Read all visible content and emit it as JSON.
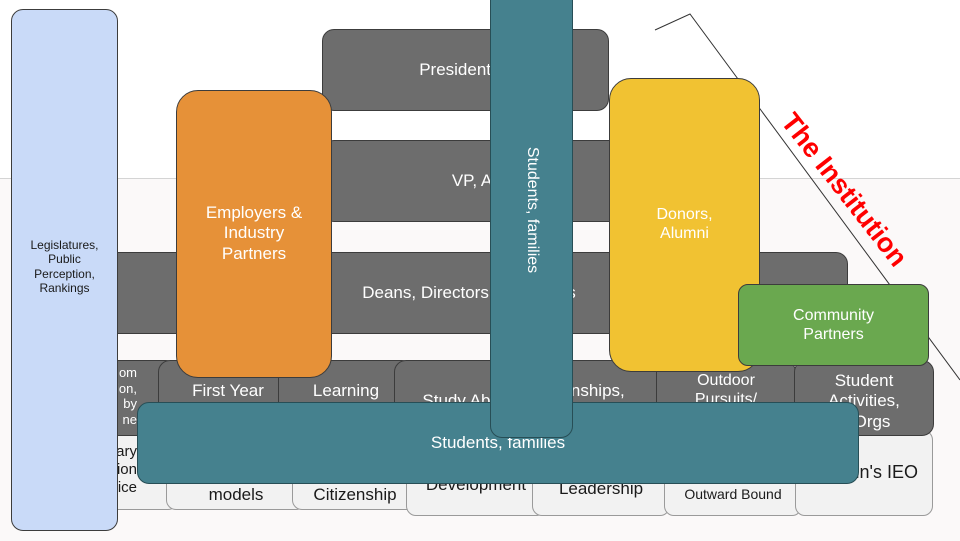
{
  "institution_label": "The Institution",
  "left_column": "Legislatures,\nPublic\nPerception,\nRankings",
  "hierarchy": {
    "president": "President, P",
    "vp": "VP, AVP, V",
    "deans": "Deans, Directors, C          ns"
  },
  "programs_upper": {
    "classroom": "om\nion,\nby\nne",
    "first_year": "First Year",
    "learning": "Learning",
    "study_abroad": "Study Abro",
    "internships": "rnships,",
    "outdoor": "Outdoor\nPursuits/",
    "student_activities": "Student\nActivities,\n& Orgs"
  },
  "programs_lower": {
    "primary": "nary\nion\nice",
    "models": "models",
    "citizenship": "Citizenship",
    "development": "Development",
    "leadership": "Leadership",
    "outward_bound": "Outward Bound",
    "ieo": "tin's IEO"
  },
  "stakeholders": {
    "employers": "Employers &\nIndustry\nPartners",
    "students_vertical": "Students, families",
    "students_horizontal": "Students, families",
    "donors": "Donors,\nAlumni",
    "community": "Community\nPartners"
  },
  "colors": {
    "employers": "#e69138",
    "students": "#45818e",
    "donors": "#f1c232",
    "community": "#6aa84f",
    "legislature": "#c9daf8",
    "hierarchy": "#6d6d6d",
    "institution_label": "#ff0000"
  }
}
